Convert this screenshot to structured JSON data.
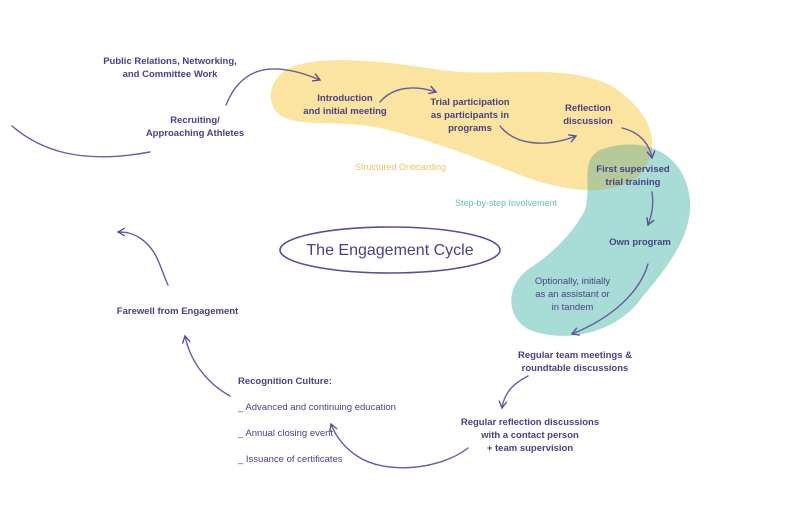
{
  "title": "The Engagement Cycle",
  "regions": {
    "onboarding": "Structured Onboarding",
    "involvement": "Step-by-step Involvement"
  },
  "nodes": {
    "pr": "Public Relations, Networking,\nand Committee Work",
    "recruiting": "Recruiting/\nApproaching Athletes",
    "intro": "Introduction\nand initial meeting",
    "trial": "Trial participation\nas participants in\nprograms",
    "reflection": "Reflection\ndiscussion",
    "first_supervised": "First supervised\ntrial training",
    "own_program": "Own program",
    "optionally": "Optionally, initially\nas an assistant or\nin tandem",
    "team_meetings": "Regular team meetings &\nroundtable discussions",
    "reflection_contact": "Regular reflection discussions\nwith a contact person\n+ team supervision",
    "recognition_title": "Recognition Culture:",
    "recognition_items": [
      "_ Advanced and continuing education",
      "_ Annual closing event",
      "_ Issuance of certificates"
    ],
    "farewell": "Farewell from Engagement"
  },
  "colors": {
    "text": "#4a3f87",
    "yellow_blob": "#fbe3a0",
    "teal_blob": "#a8dcd6",
    "overlap": "#b6c99a",
    "onboarding_label": "#e9c560",
    "involvement_label": "#6cc0b5",
    "arrow": "#6a5a9e"
  }
}
